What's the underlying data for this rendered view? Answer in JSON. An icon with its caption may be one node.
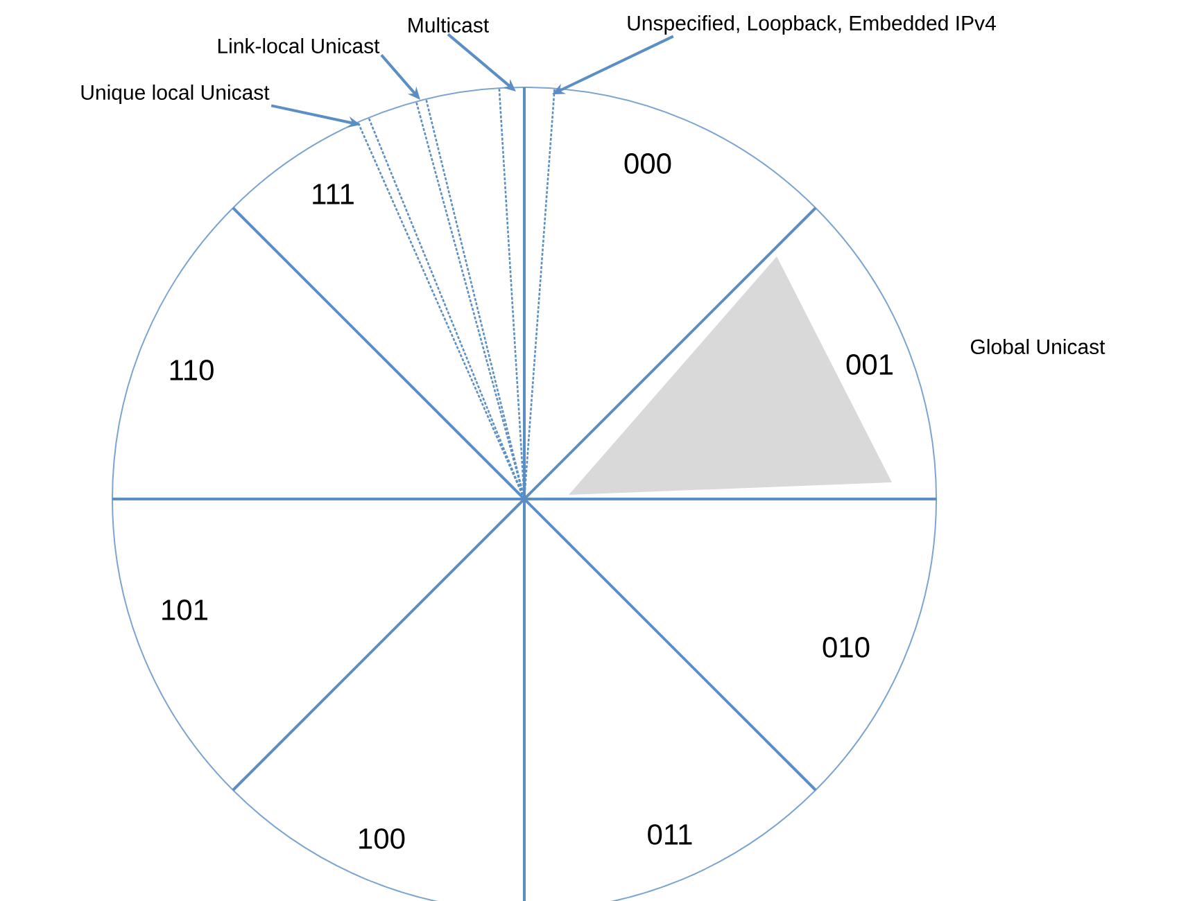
{
  "diagram": {
    "nodes": [
      {
        "text": [
          "Link-local Unicast"
        ]
      },
      {
        "text": [
          "Multicast"
        ]
      },
      {
        "text": [
          "Unspecified, Loopback, Embedded IPv4"
        ]
      },
      {
        "text": [
          "Unique local Unicast"
        ]
      }
    ],
    "edges": [
      {
        "from": 0,
        "to": null,
        "arrow": "to"
      },
      {
        "from": 1,
        "to": null,
        "arrow": "to"
      },
      {
        "from": 2,
        "to": null,
        "arrow": "to"
      },
      {
        "from": 3,
        "to": null,
        "arrow": "to"
      }
    ],
    "labels": [
      "000",
      "111",
      "110",
      "001",
      "Global Unicast",
      "101",
      "010",
      "100",
      "011"
    ]
  }
}
